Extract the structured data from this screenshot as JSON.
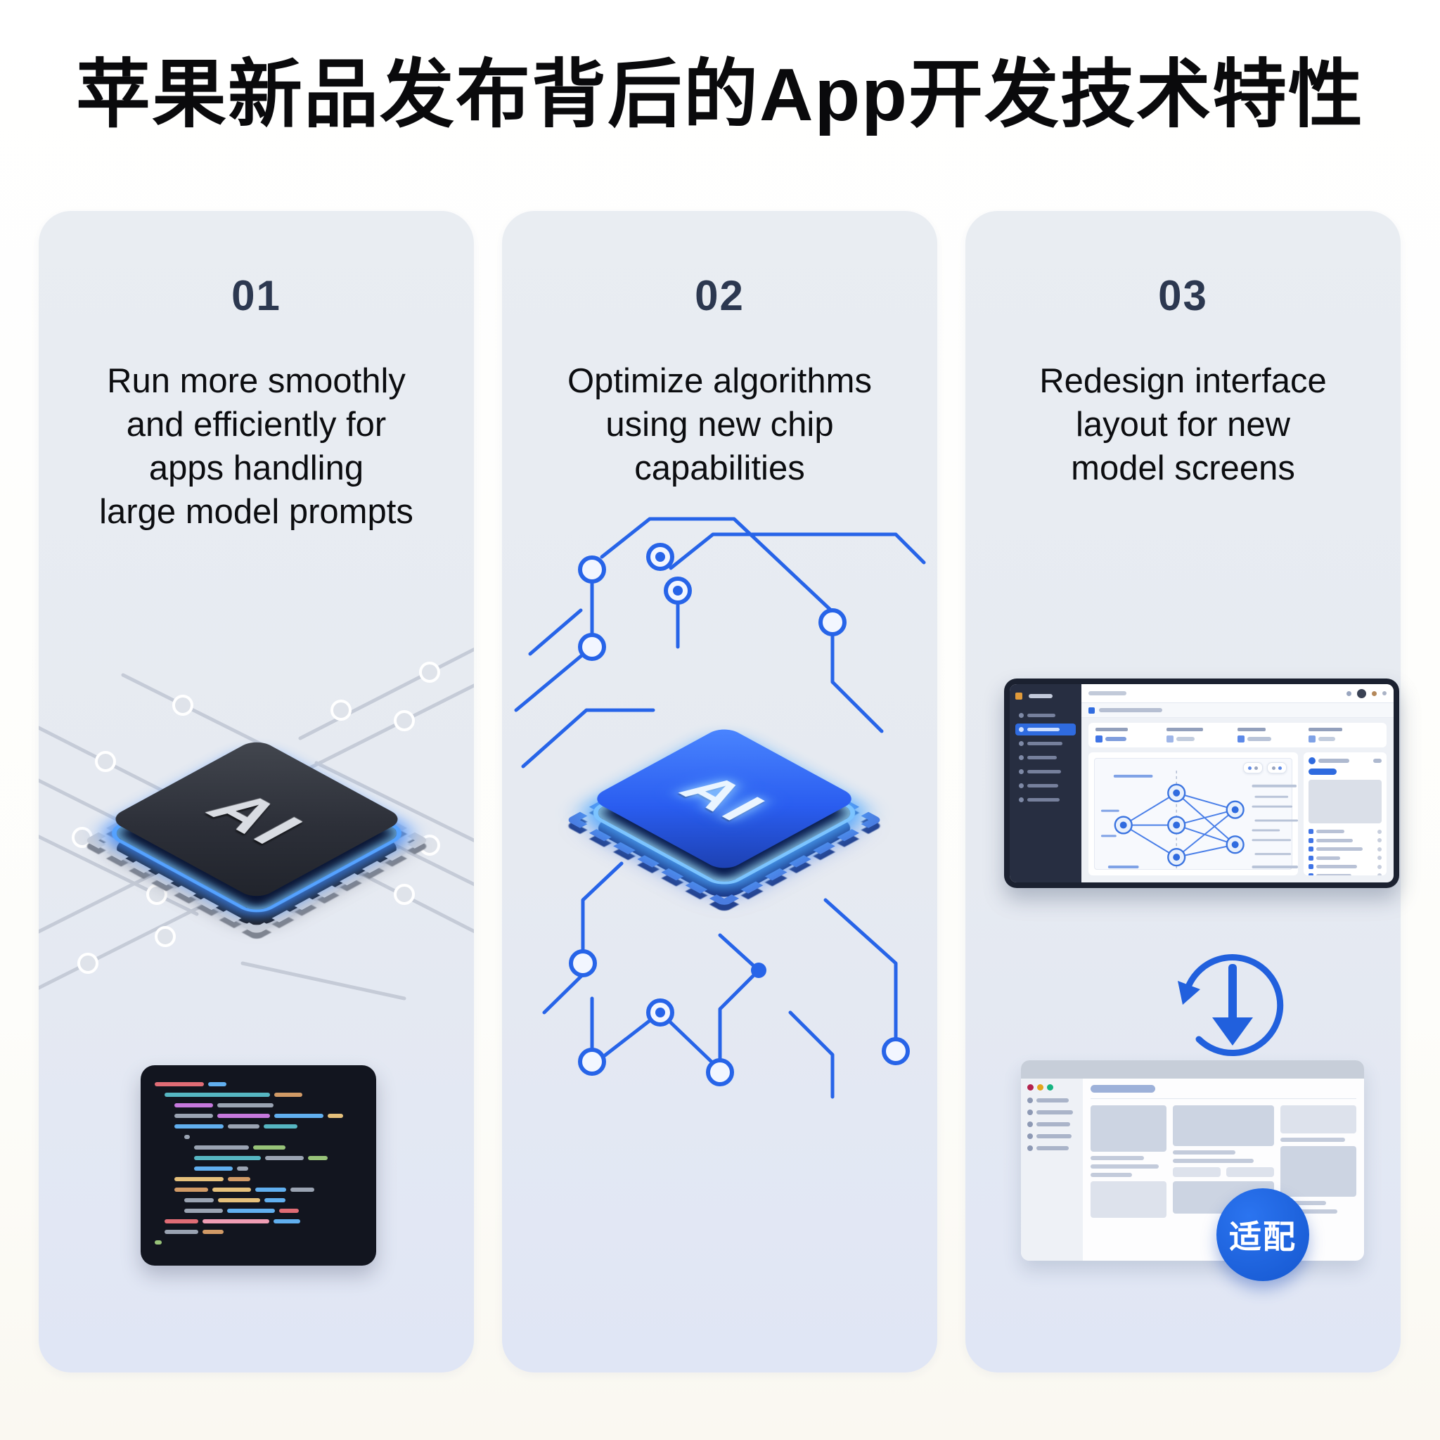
{
  "page": {
    "title": "苹果新品发布背后的App开发技术特性"
  },
  "cards": [
    {
      "number": "01",
      "lines": [
        "Run more smoothly",
        "and efficiently for",
        "apps handling",
        "large model prompts"
      ]
    },
    {
      "number": "02",
      "lines": [
        "Optimize algorithms",
        "using new chip",
        "capabilities"
      ]
    },
    {
      "number": "03",
      "lines": [
        "Redesign interface",
        "layout for new",
        "model screens"
      ]
    }
  ],
  "chips": {
    "label": "AI"
  },
  "badge": {
    "label": "适配"
  },
  "colors": {
    "accent_blue": "#2563eb",
    "badge_blue": "#1a63e0",
    "chip_glow": "#6ab6ff",
    "number_navy": "#2c3850",
    "card_bg_top": "#e9edf2",
    "card_bg_bottom": "#e0e6f5"
  }
}
